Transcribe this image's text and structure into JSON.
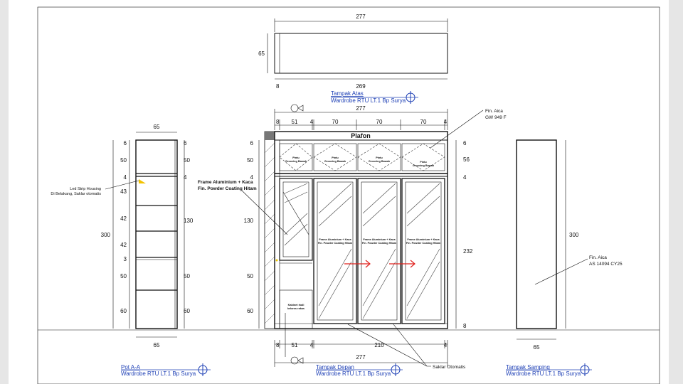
{
  "sheet": {
    "top_plan": {
      "title": "Tampak Atas",
      "subtitle": "Wardrobe  RTU LT.1 Bp Surya",
      "dims": {
        "width": "277",
        "depth": "65",
        "inner": "269",
        "side": "8"
      }
    },
    "front": {
      "title": "Tampak Depan",
      "subtitle": "Wardrobe  RTU LT.1 Bp Surya",
      "top_dims": [
        "8",
        "51",
        "4",
        "70",
        "70",
        "70",
        "4"
      ],
      "total": "277",
      "bottom_dims": [
        "8",
        "51",
        "4",
        "210",
        "4"
      ],
      "bottom_total": "277",
      "left_dims": [
        "6",
        "50",
        "4",
        "130",
        "50",
        "60"
      ],
      "right_dims": [
        "6",
        "56",
        "4",
        "232",
        "8"
      ],
      "plafon": "Plafon",
      "top_panel_label_1": "Pintu",
      "top_panel_label_2": "Grooving Bawah",
      "door_label_1": "Frame Aluminium  + Kaca",
      "door_label_2": "Fin. Powder Coating Hitam",
      "cabinet_label_1": "Kabinet rkali",
      "cabinet_label_2": "kelarss rakas",
      "callout_frame_1": "Frame Aluminium  + Kaca",
      "callout_frame_2": "Fin. Powder Coating Hitam",
      "callout_aica_1": "Fin. Aica",
      "callout_aica_2": "GW 949 F",
      "callout_switch": "Saklar Otomatis"
    },
    "section": {
      "title": "Pot A-A",
      "subtitle": "Wardrobe  RTU LT.1 Bp Surya",
      "width": "65",
      "bottom_width": "65",
      "left_dims": [
        "6",
        "50",
        "4",
        "43",
        "42",
        "42",
        "3",
        "50",
        "60"
      ],
      "right_dims": [
        "6",
        "50",
        "4",
        "130",
        "50",
        "60"
      ],
      "height": "300",
      "led_label_1": "Led Strip Housing",
      "led_label_2": "Di Belakang, Saklar otomatis"
    },
    "side": {
      "title": "Tampak Samping",
      "subtitle": "Wardrobe  RTU LT.1 Bp Surya",
      "height": "300",
      "width": "65",
      "callout_1": "Fin. Aica",
      "callout_2": "AS 14094 CY25"
    }
  }
}
